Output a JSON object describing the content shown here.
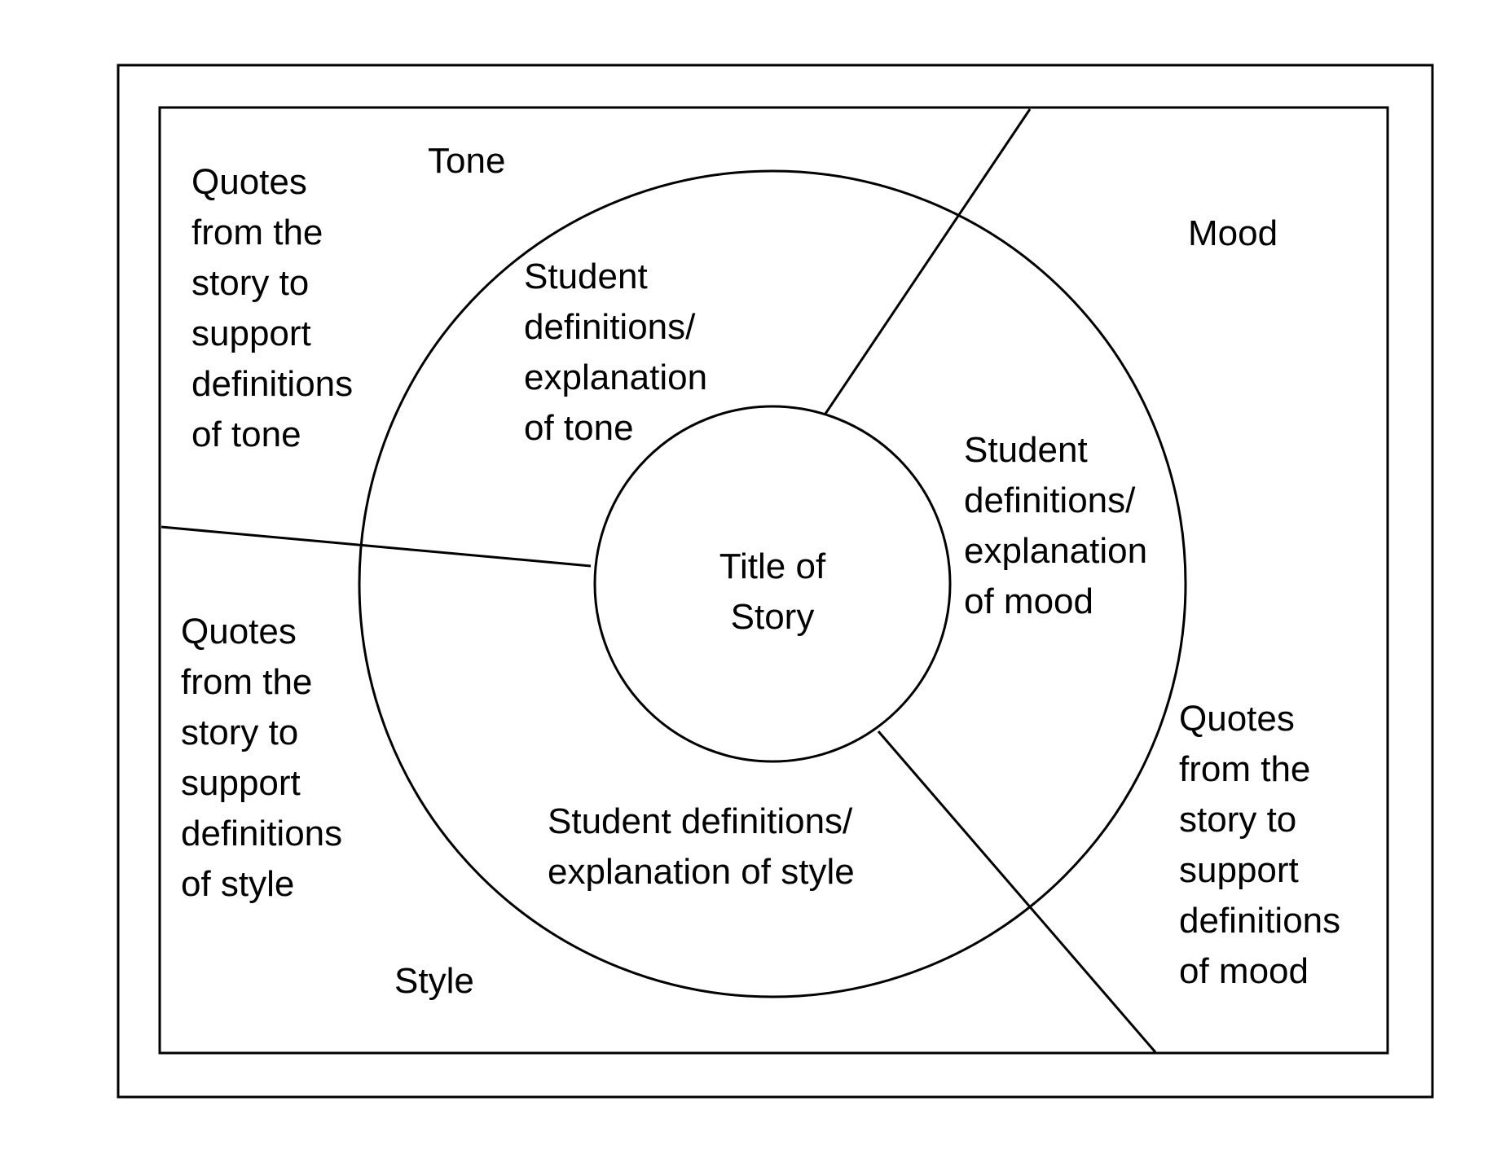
{
  "sections": {
    "tone": {
      "label": "Tone",
      "quotes": "Quotes\nfrom the\nstory to\nsupport\ndefinitions\nof tone",
      "definitions": "Student\ndefinitions/\nexplanation\nof tone"
    },
    "mood": {
      "label": "Mood",
      "quotes": "Quotes\nfrom the\nstory to\nsupport\ndefinitions\nof mood",
      "definitions": "Student\ndefinitions/\nexplanation\nof mood"
    },
    "style": {
      "label": "Style",
      "quotes": "Quotes\nfrom the\nstory to\nsupport\ndefinitions\nof style",
      "definitions": "Student definitions/\nexplanation of style"
    }
  },
  "center": {
    "title": "Title of\nStory"
  }
}
